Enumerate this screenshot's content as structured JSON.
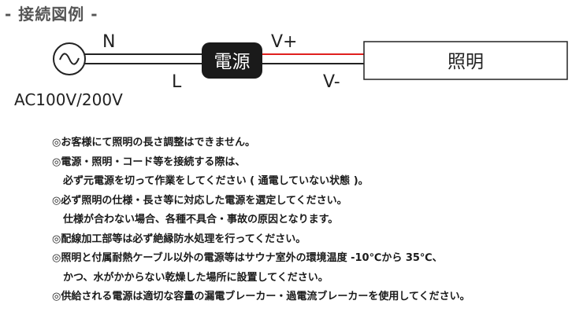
{
  "section_title": "- 接続図例 -",
  "diagram": {
    "wire_top_label": "N",
    "wire_bottom_label": "L",
    "source_label": "AC100V/200V",
    "power_unit_label": "電源",
    "output_positive_label": "V+",
    "output_negative_label": "V-",
    "load_label": "照明",
    "colors": {
      "positive_wire": "#e0201e",
      "wire": "#222222",
      "power_unit_fill": "#1a1a1a",
      "power_unit_text": "#ffffff"
    }
  },
  "notes": [
    "◎お客様にて照明の長さ調整はできません。",
    "◎電源・照明・コード等を接続する際は、",
    "必ず元電源を切って作業をしてください ( 通電していない状態 )。",
    "◎必ず照明の仕様・長さ等に対応した電源を選定してください。",
    "仕様が合わない場合、各種不具合・事故の原因となります。",
    "◎配線加工部等は必ず絶縁防水処理を行ってください。",
    "◎照明と付属耐熱ケーブル以外の電源等はサウナ室外の環境温度 -10℃から 35℃、",
    "かつ、水がかからない乾燥した場所に設置してください。",
    "◎供給される電源は適切な容量の漏電ブレーカー・過電流ブレーカーを使用してください。"
  ]
}
